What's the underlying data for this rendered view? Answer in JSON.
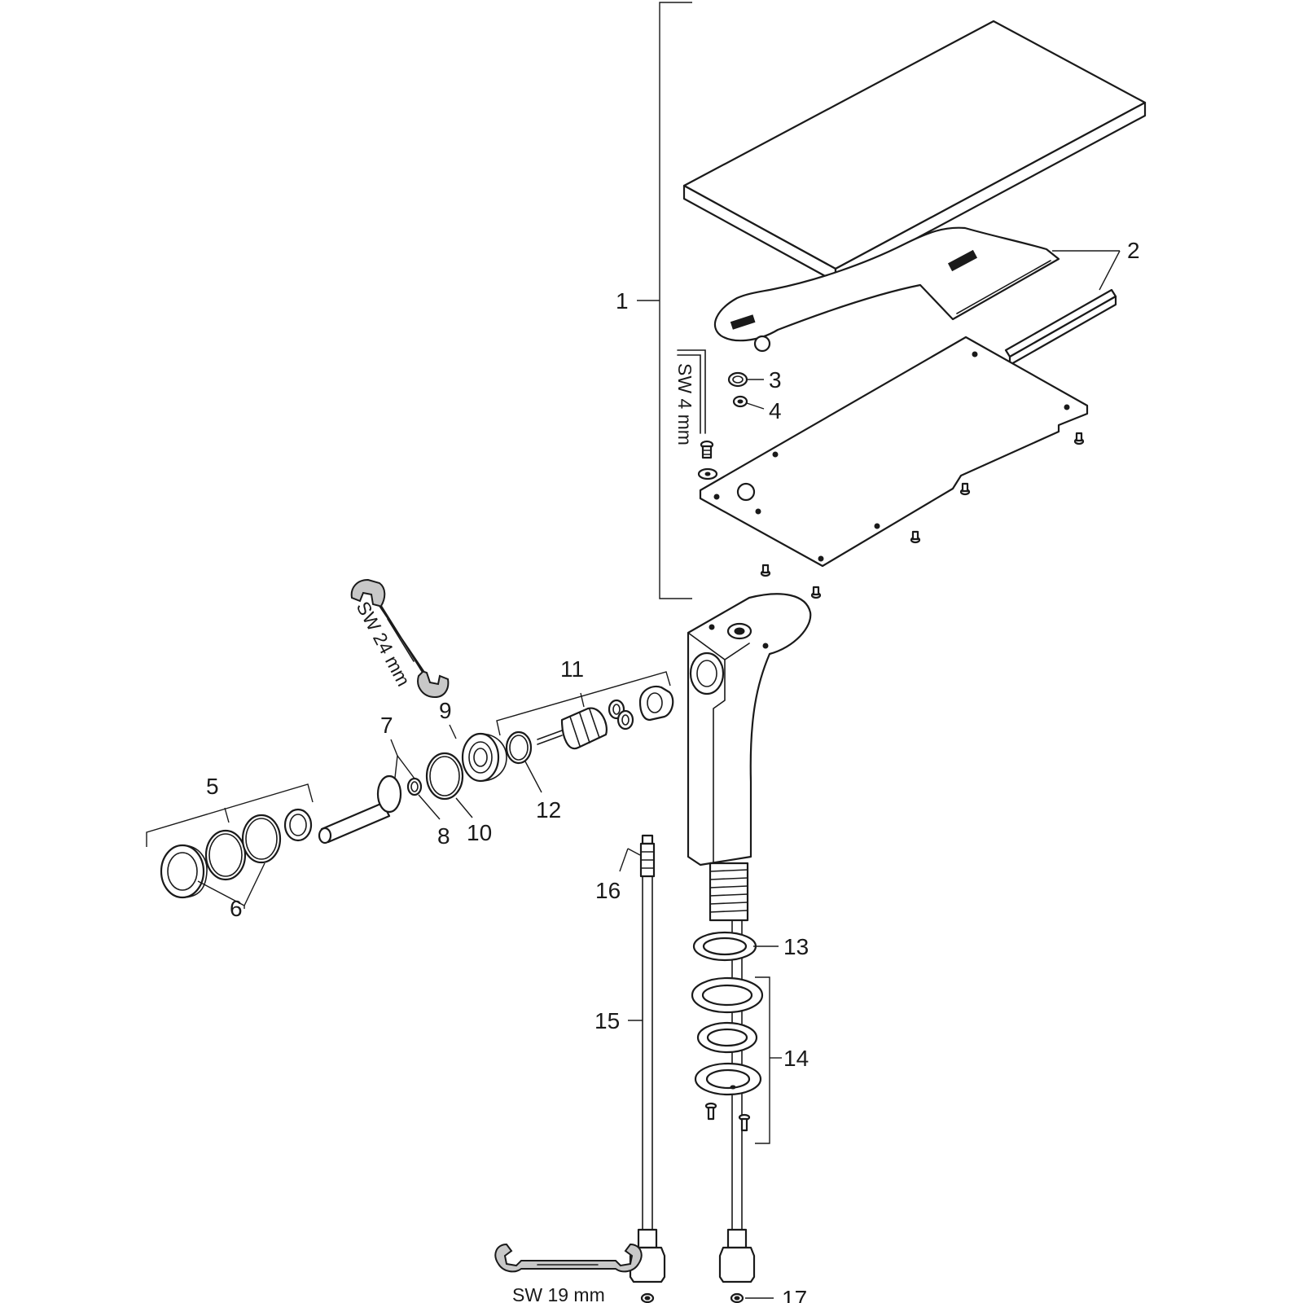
{
  "callouts": {
    "c1": "1",
    "c2": "2",
    "c3": "3",
    "c4": "4",
    "c5": "5",
    "c6": "6",
    "c7": "7",
    "c8": "8",
    "c9": "9",
    "c10": "10",
    "c11": "11",
    "c12": "12",
    "c13": "13",
    "c14": "14",
    "c15": "15",
    "c16": "16",
    "c17": "17"
  },
  "tools": {
    "hex_key": "SW 4 mm",
    "wrench_24": "SW 24 mm",
    "wrench_19": "SW 19 mm"
  },
  "colors": {
    "line": "#1a1a1a",
    "tool_fill": "#c8c8c8"
  }
}
